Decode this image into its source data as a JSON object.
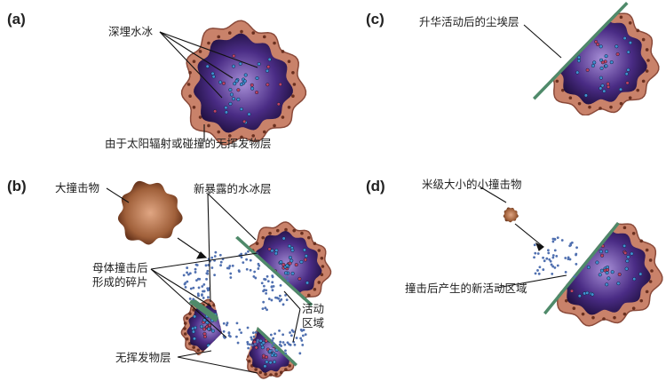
{
  "panels": {
    "a": {
      "tag": "(a)",
      "deep_ice": "深埋水冰",
      "lag_layer": "由于太阳辐射或碰撞的无挥发物层"
    },
    "b": {
      "tag": "(b)",
      "impactor": "大撞击物",
      "exposed_ice": "新暴露的水冰层",
      "fragments_1": "母体撞击后",
      "fragments_2": "形成的碎片",
      "active_1": "活动",
      "active_2": "区域",
      "lag_layer": "无挥发物层"
    },
    "c": {
      "tag": "(c)",
      "dust_layer": "升华活动后的尘埃层"
    },
    "d": {
      "tag": "(d)",
      "small_impactor": "米级大小的小撞击物",
      "new_active": "撞击后产生的新活动区域"
    }
  },
  "colors": {
    "crust": "#c9826a",
    "crust_dark": "#8a4a3a",
    "interior": "#3a1f66",
    "interior_light": "#8a70c0",
    "dust": "#4f8a6a",
    "particle": "#5070b0",
    "impactor": "#9a5a35"
  }
}
